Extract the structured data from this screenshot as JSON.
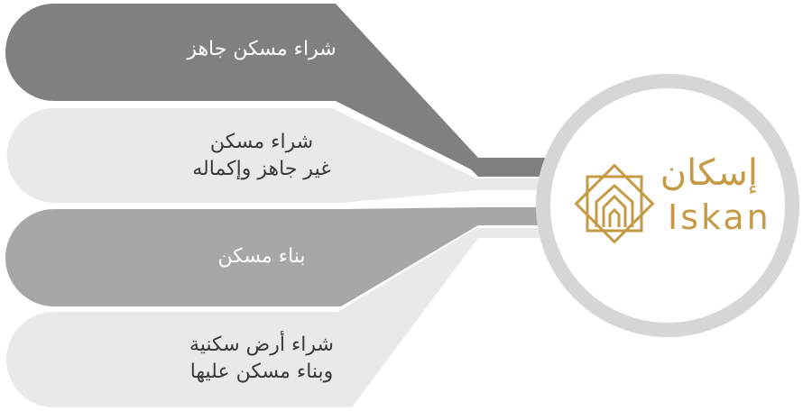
{
  "options": [
    {
      "label": "شراء مسكن جاهز",
      "style": "dark"
    },
    {
      "label": "شراء مسكن\nغير جاهز وإكماله",
      "style": "light"
    },
    {
      "label": "بناء مسكن",
      "style": "dark"
    },
    {
      "label": "شراء أرض سكنية\nوبناء مسكن عليها",
      "style": "light"
    }
  ],
  "logo": {
    "arabic": "إسكان",
    "english": "Iskan",
    "icon": "house-star-icon"
  },
  "colors": {
    "dark_gray": "#7f8082",
    "mid_gray": "#a6a7a9",
    "light_gray": "#e9e9ea",
    "ring": "#d6d6d7",
    "gold": "#c49a45"
  }
}
